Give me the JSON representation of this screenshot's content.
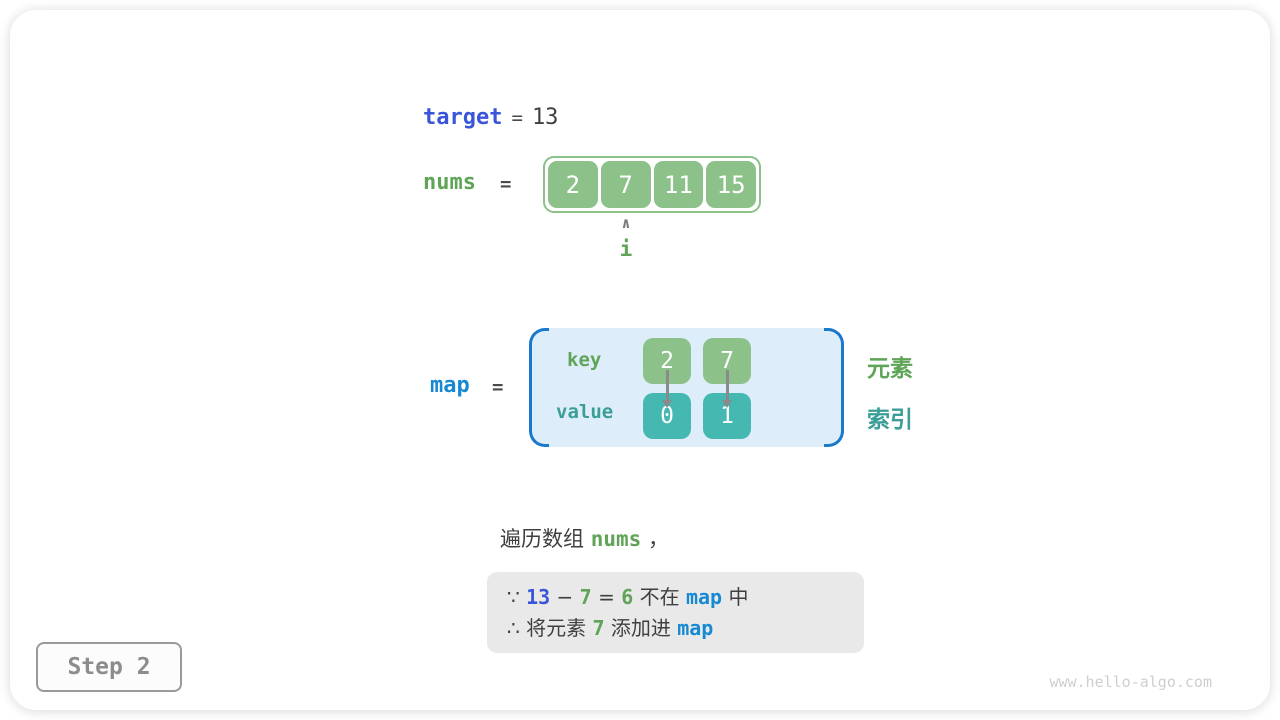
{
  "colors": {
    "royal_blue": "#3a55d9",
    "azure_blue": "#1789d2",
    "green_text": "#5fa457",
    "teal_text": "#3a9e96",
    "green_fill": "#8cc189",
    "teal_fill": "#45b8b2",
    "bracket_blue": "#1b79cc",
    "map_bg": "#ddeefa",
    "note_bg": "#e9e9e9",
    "dark_text": "#3f3f3f",
    "gray": "#8c8c8c"
  },
  "target_row": {
    "name": "target",
    "equals": "=",
    "value": "13"
  },
  "nums_row": {
    "name": "nums",
    "equals": "=",
    "cells": [
      "2",
      "7",
      "11",
      "15"
    ],
    "pointer_symbol": "∧",
    "pointer_label": "i"
  },
  "map_row": {
    "name": "map",
    "equals": "=",
    "key_label": "key",
    "value_label": "value",
    "entries": [
      {
        "key": "2",
        "value": "0"
      },
      {
        "key": "7",
        "value": "1"
      }
    ],
    "element_label": "元素",
    "index_label": "索引"
  },
  "caption": {
    "segments": [
      {
        "text": "遍历数组 ",
        "role": "plain"
      },
      {
        "text": "nums",
        "role": "green"
      },
      {
        "text": " ，",
        "role": "plain"
      }
    ]
  },
  "note": {
    "line1": {
      "segments": [
        {
          "text": "∵ ",
          "role": "plain"
        },
        {
          "text": "13",
          "role": "royal"
        },
        {
          "text": " − ",
          "role": "plain"
        },
        {
          "text": "7",
          "role": "green"
        },
        {
          "text": " = ",
          "role": "plain"
        },
        {
          "text": "6",
          "role": "green"
        },
        {
          "text": " 不在 ",
          "role": "plain"
        },
        {
          "text": "map",
          "role": "azure"
        },
        {
          "text": " 中",
          "role": "plain"
        }
      ]
    },
    "line2": {
      "segments": [
        {
          "text": "∴ 将元素 ",
          "role": "plain"
        },
        {
          "text": "7",
          "role": "green"
        },
        {
          "text": " 添加进 ",
          "role": "plain"
        },
        {
          "text": "map",
          "role": "azure"
        }
      ]
    }
  },
  "step_chip": {
    "label": "Step 2"
  },
  "watermark": "www.hello-algo.com"
}
